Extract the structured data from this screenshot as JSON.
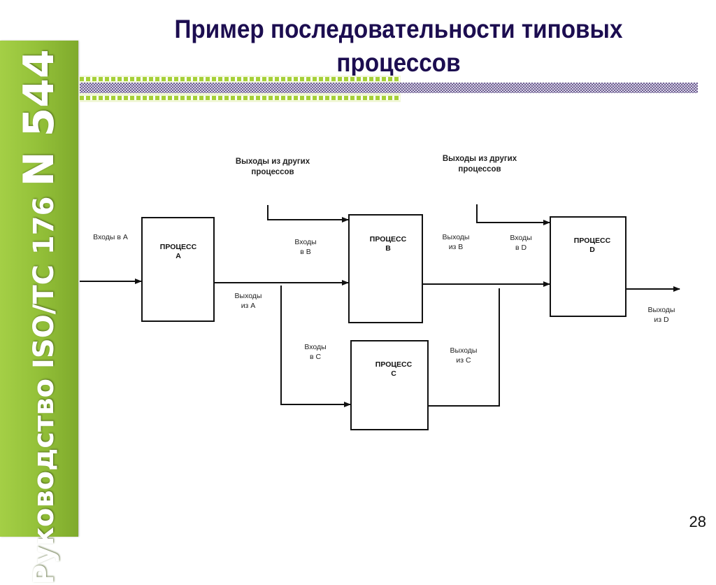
{
  "sidebar": {
    "text_small": "Руководство ISO/TC 176 ",
    "text_big": "N 544",
    "color": "#95c23a"
  },
  "title": {
    "line1": "Пример последовательности типовых",
    "line2": "процессов",
    "color": "#1c0d50"
  },
  "diagram": {
    "processes": [
      {
        "id": "A",
        "label": "ПРОЦЕСС",
        "letter": "A"
      },
      {
        "id": "B",
        "label": "ПРОЦЕСС",
        "letter": "B"
      },
      {
        "id": "C",
        "label": "ПРОЦЕСС",
        "letter": "C"
      },
      {
        "id": "D",
        "label": "ПРОЦЕСС",
        "letter": "D"
      }
    ],
    "labels": {
      "inputs_a": "Входы в А",
      "outputs_a_1": "Выходы",
      "outputs_a_2": "из А",
      "inputs_b_1": "Входы",
      "inputs_b_2": "в В",
      "outputs_b_1": "Выходы",
      "outputs_b_2": "из В",
      "inputs_c_1": "Входы",
      "inputs_c_2": "в С",
      "outputs_c_1": "Выходы",
      "outputs_c_2": "из С",
      "inputs_d_1": "Входы",
      "inputs_d_2": "в D",
      "outputs_d_1": "Выходы",
      "outputs_d_2": "из D",
      "other_1_line1": "Выходы из других",
      "other_1_line2": "процессов",
      "other_2_line1": "Выходы из других",
      "other_2_line2": "процессов"
    }
  },
  "page_number": "28"
}
